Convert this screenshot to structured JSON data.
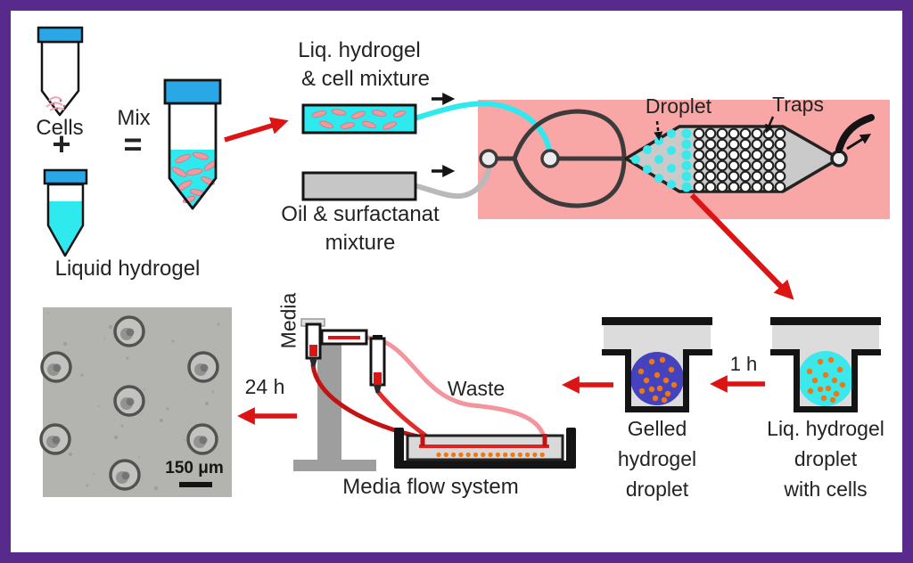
{
  "prep": {
    "cells_label": "Cells",
    "plus": "+",
    "mix_label": "Mix",
    "equals": "=",
    "liquid_hydrogel_label": "Liquid hydrogel"
  },
  "inputs": {
    "hydrogel_line1": "Liq. hydrogel",
    "hydrogel_line2": "& cell mixture",
    "oil_line1": "Oil & surfactanat",
    "oil_line2": "mixture"
  },
  "chip": {
    "droplet_label": "Droplet",
    "traps_label": "Traps",
    "trap_rows": 6,
    "trap_cols": 8,
    "cyan_col_rows": 6
  },
  "steps": {
    "one_hour": "1 h",
    "twenty_four_hours": "24 h"
  },
  "traps": {
    "liq_line1": "Liq. hydrogel",
    "liq_line2": "droplet",
    "liq_line3": "with cells",
    "gel_line1": "Gelled",
    "gel_line2": "hydrogel",
    "gel_line3": "droplet"
  },
  "flow": {
    "media_label": "Media",
    "waste_label": "Waste",
    "system_label": "Media flow system"
  },
  "micrograph": {
    "scale_label": "150 μm"
  },
  "colors": {
    "frame_purple": "#572a8c",
    "cap_blue": "#2aa7e6",
    "cyan": "#2ee9ee",
    "droplet_cyan": "#3be8ec",
    "chip_pink": "#f9a6a6",
    "gel_purple": "#4443bd",
    "cell_orange": "#ee7614",
    "accent_red": "#dc1414",
    "tube_pink": "#f4949c",
    "cell_salmon": "#f2989f"
  }
}
